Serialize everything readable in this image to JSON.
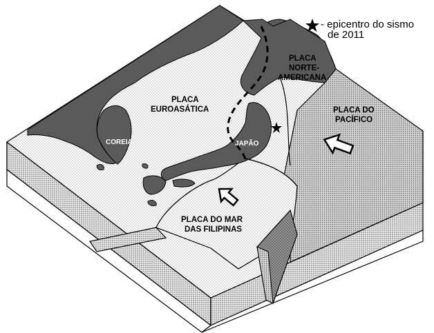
{
  "legend": {
    "line1": "- epicentro do sismo",
    "line2": "de  2011",
    "symbol_icon": "star-icon"
  },
  "labels": {
    "euroasian_l1": "PLACA",
    "euroasian_l2": "EUROASÁTICA",
    "northam_l1": "PLACA",
    "northam_l2": "NORTE-",
    "northam_l3": "AMERICANA",
    "pacific_l1": "PLACA DO",
    "pacific_l2": "PACÍFICO",
    "philippine_l1": "PLACA DO MAR",
    "philippine_l2": "DAS FILIPINAS",
    "korea": "COREIA",
    "japan": "JAPÃO"
  },
  "colors": {
    "land": "#5a5a5a",
    "dots_light": "#b8b8b8",
    "pacific_fill": "#d4d4d4",
    "outline": "#000000"
  }
}
